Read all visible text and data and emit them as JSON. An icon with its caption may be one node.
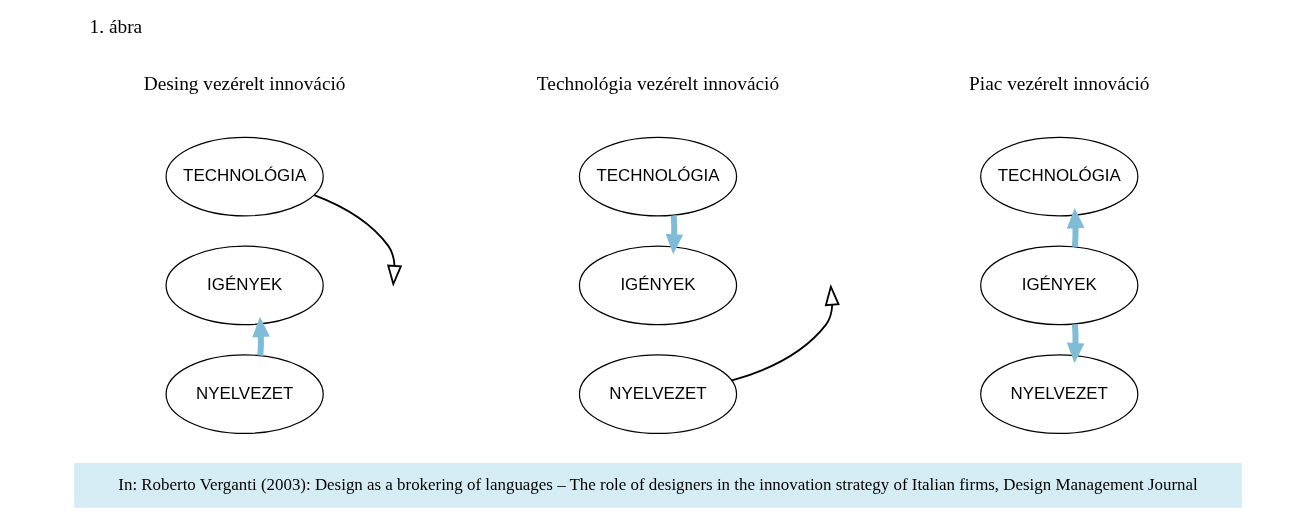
{
  "diagram": {
    "title": "1. ábra",
    "caption": "In: Roberto Verganti (2003): Design as a brokering of languages – The role of designers in the innovation strategy of Italian firms, Design Management Journal",
    "nodes": [
      {
        "text": [
          "TECHNOLÓGIA"
        ]
      },
      {
        "text": [
          "IGÉNYEK"
        ]
      },
      {
        "text": [
          "NYELVEZET"
        ]
      },
      {
        "text": [
          "TECHNOLÓGIA"
        ]
      },
      {
        "text": [
          "IGÉNYEK"
        ]
      },
      {
        "text": [
          "NYELVEZET"
        ]
      },
      {
        "text": [
          "TECHNOLÓGIA"
        ]
      },
      {
        "text": [
          "IGÉNYEK"
        ]
      },
      {
        "text": [
          "NYELVEZET"
        ]
      }
    ],
    "edges": [
      {
        "from": 0,
        "to": null,
        "arrow": "to",
        "color": "#000000"
      },
      {
        "from": 2,
        "to": 1,
        "arrow": "to"
      },
      {
        "from": 3,
        "to": 4,
        "arrow": "to"
      },
      {
        "from": 5,
        "to": null,
        "arrow": "to",
        "color": "#000000"
      },
      {
        "from": 7,
        "to": 6,
        "arrow": "to"
      },
      {
        "from": 7,
        "to": 8,
        "arrow": "to"
      }
    ],
    "labels": [
      "Desing vezérelt innováció",
      "Technológia vezérelt innováció",
      "Piac vezérelt innováció"
    ]
  }
}
